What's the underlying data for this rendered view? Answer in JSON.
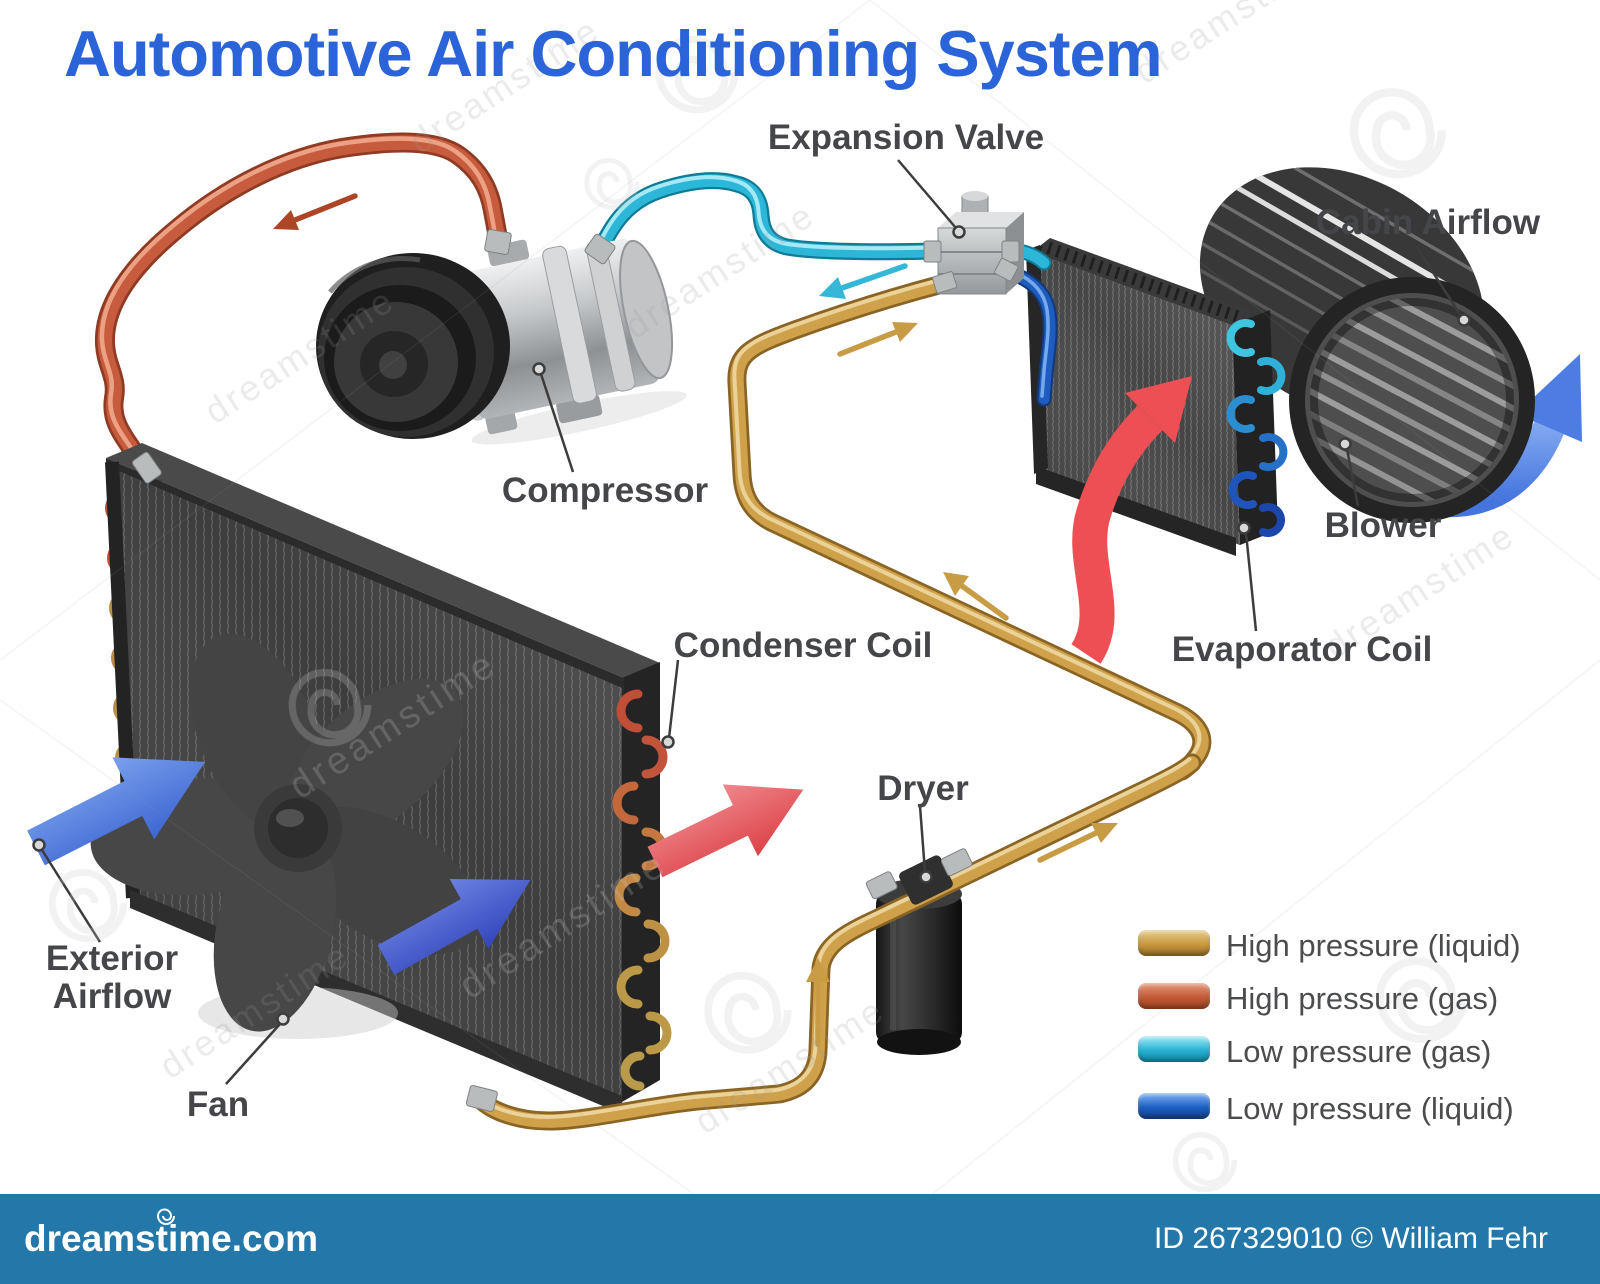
{
  "title": {
    "text": "Automotive Air Conditioning System",
    "color": "#2b63d9"
  },
  "component_labels": {
    "expansion_valve": "Expansion Valve",
    "cabin_airflow": "Cabin Airflow",
    "compressor": "Compressor",
    "blower": "Blower",
    "evaporator_coil": "Evaporator Coil",
    "condenser_coil": "Condenser Coil",
    "dryer": "Dryer",
    "exterior_airflow_line1": "Exterior",
    "exterior_airflow_line2": "Airflow",
    "fan": "Fan"
  },
  "legend": {
    "items": [
      {
        "label": "High pressure (liquid)",
        "colors": [
          "#e8ce92",
          "#c9993e",
          "#8f6c28"
        ]
      },
      {
        "label": "High pressure (gas)",
        "colors": [
          "#e49b7d",
          "#c25a38",
          "#99411f"
        ]
      },
      {
        "label": "Low pressure (gas)",
        "colors": [
          "#a5eaf3",
          "#27b2d4",
          "#13849f"
        ]
      },
      {
        "label": "Low pressure (liquid)",
        "colors": [
          "#82b4f2",
          "#1d5fc2",
          "#123e85"
        ]
      }
    ]
  },
  "pipe_colors": {
    "high_pressure_liquid": "#cfa14b",
    "high_pressure_gas": "#c75b3d",
    "low_pressure_gas": "#2cb7d8",
    "low_pressure_liquid": "#1e5cc0"
  },
  "watermark": {
    "text": "dreamstime"
  },
  "footer": {
    "brand": "dreamstime.com",
    "credit": "ID 267329010 © William Fehr",
    "bar_color": "#2478a9"
  }
}
